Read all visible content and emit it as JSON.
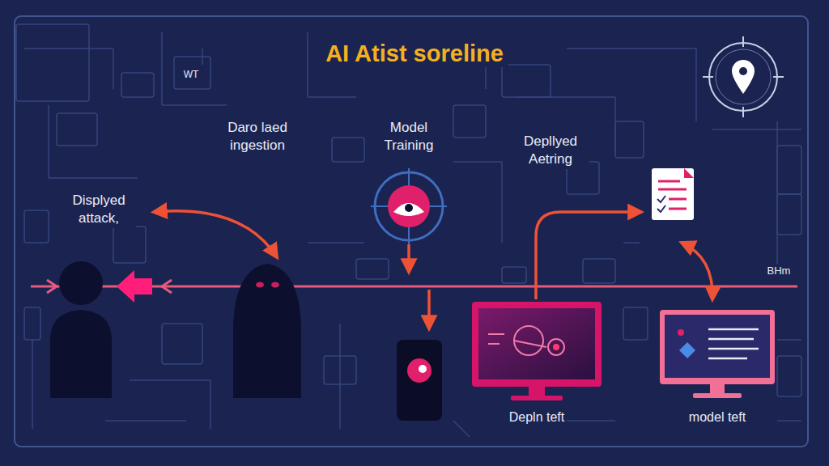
{
  "diagram": {
    "title": "AI Atist soreline",
    "nodes": [
      {
        "text": [
          "Depln teft"
        ]
      },
      {
        "text": [
          "model teft"
        ]
      }
    ],
    "labels": [
      "Daro laed ingestion",
      "Model Training",
      "Depllyed Aetring",
      "Displyed attack,",
      "WT",
      "BHm"
    ]
  }
}
